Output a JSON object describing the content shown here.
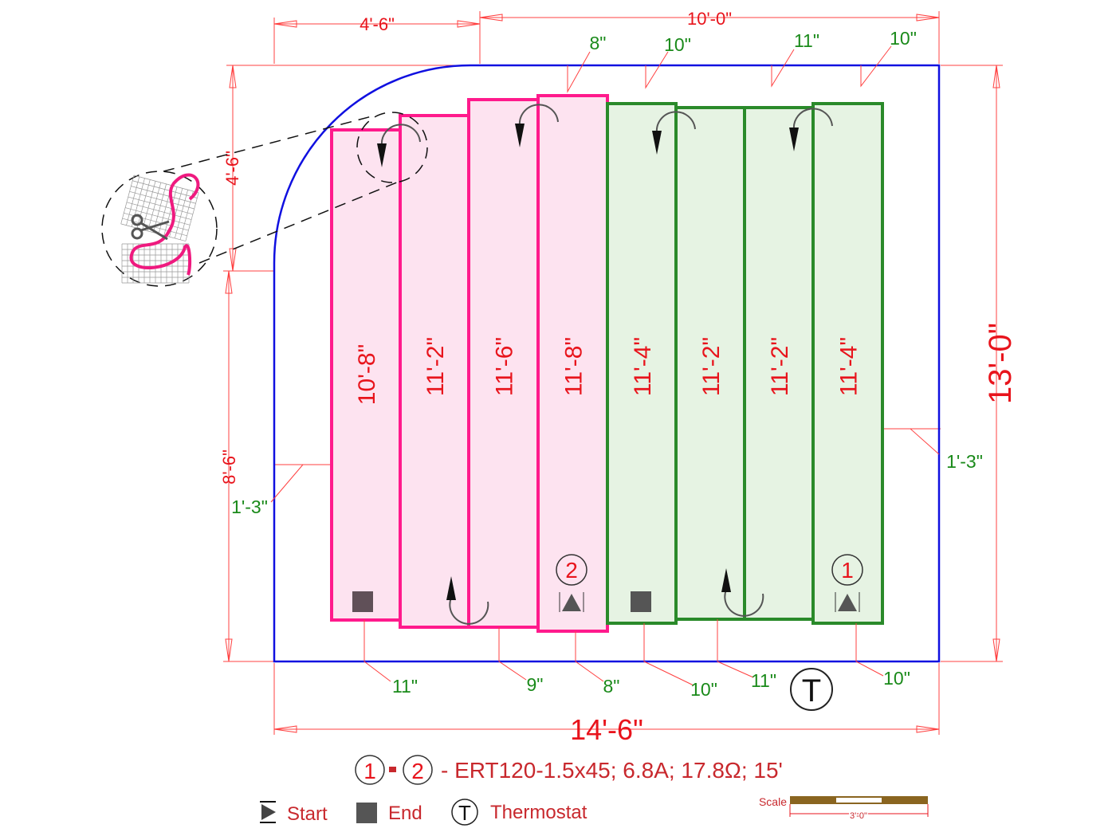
{
  "colors": {
    "room_outline": "#1010e0",
    "zone_2": "#ff1a8c",
    "zone_2_fill": "#fde3f0",
    "zone_1": "#2a8a2a",
    "zone_1_fill": "#e6f3e3",
    "dimension": "#e8141c",
    "leader_text": "#1a8a1a"
  },
  "overall_dims": {
    "top_left": "4'-6\"",
    "top_right": "10'-0\"",
    "right": "13'-0\"",
    "left_upper": "4'-6\"",
    "left_lower": "8'-6\"",
    "bottom": "14'-6\""
  },
  "strips": [
    {
      "length": "10'-8\"",
      "zone": 2
    },
    {
      "length": "11'-2\"",
      "zone": 2
    },
    {
      "length": "11'-6\"",
      "zone": 2
    },
    {
      "length": "11'-8\"",
      "zone": 2
    },
    {
      "length": "11'-4\"",
      "zone": 1
    },
    {
      "length": "11'-2\"",
      "zone": 1
    },
    {
      "length": "11'-2\"",
      "zone": 1
    },
    {
      "length": "11'-4\"",
      "zone": 1
    }
  ],
  "top_offsets": [
    "8\"",
    "10\"",
    "11\"",
    "10\""
  ],
  "bottom_offsets": [
    "11\"",
    "9\"",
    "8\"",
    "10\"",
    "11\"",
    "10\""
  ],
  "side_offsets": {
    "right": "1'-3\"",
    "left": "1'-3\""
  },
  "circuit_markers": {
    "one": "1",
    "two": "2"
  },
  "thermostat_symbol": "T",
  "spec": {
    "from": "1",
    "to": "2",
    "dash": "-",
    "text": "- ERT120-1.5x45; 6.8A; 17.8Ω; 15'"
  },
  "legend": {
    "start": "Start",
    "end": "End",
    "thermostat": "Thermostat",
    "thermostat_symbol": "T"
  },
  "scale": {
    "label": "Scale",
    "length": "3'-0\""
  }
}
